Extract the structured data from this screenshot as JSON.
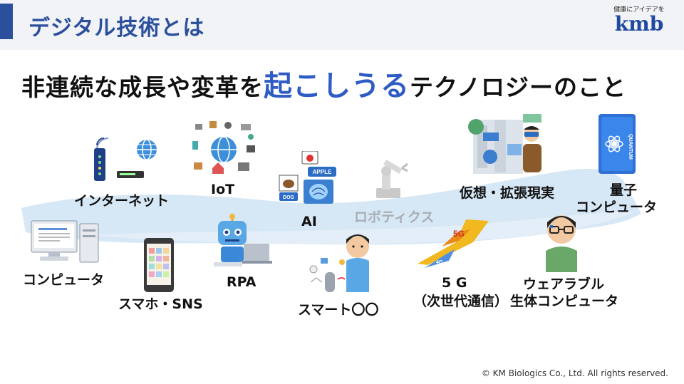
{
  "header": {
    "title": "デジタル技術とは",
    "tagline": "健康にアイデアを",
    "logo": "kmb"
  },
  "headline": {
    "prefix": "非連続な成長や変革を",
    "highlight": "起こしうる",
    "suffix": "テクノロジーのこと"
  },
  "technologies": {
    "internet": "インターネット",
    "iot": "IoT",
    "ai": "AI",
    "robotics": "ロボティクス",
    "vr": "仮想・拡張現実",
    "quantum_line1": "量子",
    "quantum_line2": "コンピュータ",
    "computer": "コンピュータ",
    "smartphone": "スマホ・SNS",
    "rpa": "RPA",
    "smart": "スマート〇〇",
    "fiveg_line1": "5 G",
    "fiveg_line2": "（次世代通信）",
    "wearable_line1": "ウェアラブル",
    "wearable_line2": "生体コンピュータ"
  },
  "icon_text": {
    "apple": "APPLE",
    "dog": "DOG",
    "quantum": "QUANTUM",
    "g5": "5G",
    "g4": "4G"
  },
  "footer": {
    "copyright": "© KM Biologics Co., Ltd. All rights reserved."
  },
  "colors": {
    "brand_blue": "#2b4f9c",
    "highlight_blue": "#2f5bc5",
    "wave_blue": "#cfe3f3",
    "robotics_gray": "#a9aeb6"
  }
}
